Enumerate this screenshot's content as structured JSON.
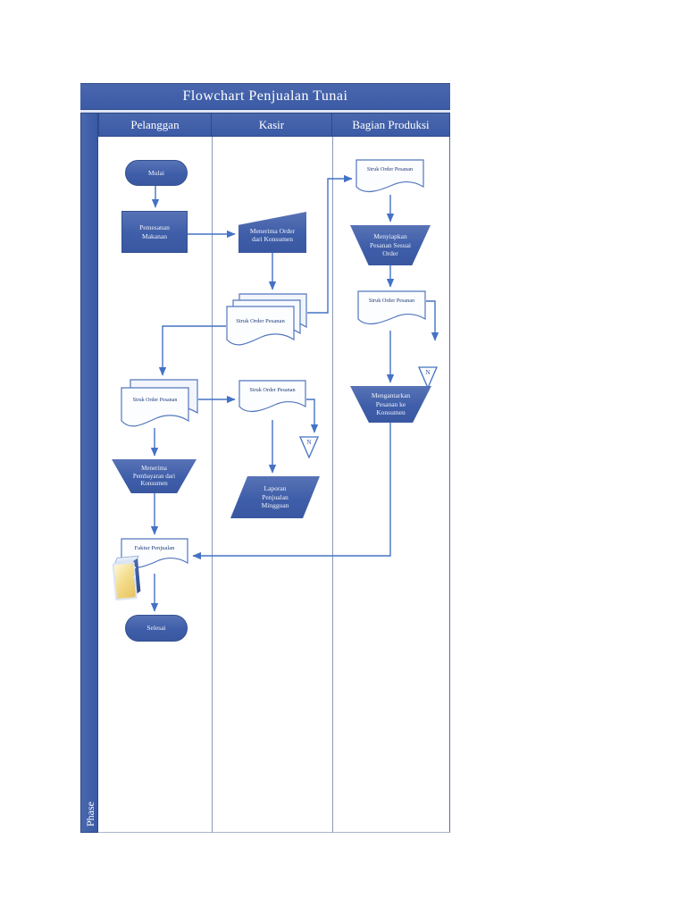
{
  "title": "Flowchart Penjualan Tunai",
  "phase_label": "Phase",
  "lanes": [
    {
      "label": "Pelanggan"
    },
    {
      "label": "Kasir"
    },
    {
      "label": "Bagian Produksi"
    }
  ],
  "nodes": {
    "mulai": {
      "type": "terminator",
      "lane": "Pelanggan",
      "label": "Mulai"
    },
    "pemesanan_makanan": {
      "type": "process",
      "lane": "Pelanggan",
      "label": "Pemesanan Makanan"
    },
    "struk_order_pelanggan": {
      "type": "multi-document",
      "lane": "Pelanggan",
      "label": "Struk Order Pesanan"
    },
    "menerima_pembayaran": {
      "type": "manual-operation",
      "lane": "Pelanggan",
      "label": "Menerima Pembayaran dari Konsumen"
    },
    "faktur_penjualan": {
      "type": "document",
      "lane": "Pelanggan",
      "label": "Faktur Penjualan"
    },
    "selesai": {
      "type": "terminator",
      "lane": "Pelanggan",
      "label": "Selesai"
    },
    "menerima_order": {
      "type": "manual-input",
      "lane": "Kasir",
      "label": "Menerima Order dari Konsumen"
    },
    "struk_order_kasir_multi": {
      "type": "multi-document",
      "lane": "Kasir",
      "label": "Struk Order Pesanan"
    },
    "struk_order_kasir": {
      "type": "document",
      "lane": "Kasir",
      "label": "Struk Order Pesanan"
    },
    "offpage_kasir": {
      "type": "offpage-connector",
      "lane": "Kasir",
      "label": "N"
    },
    "laporan_penjualan": {
      "type": "data",
      "lane": "Kasir",
      "label": "Laporan Penjualan Mingguan"
    },
    "struk_order_produksi_1": {
      "type": "document",
      "lane": "Bagian Produksi",
      "label": "Struk Order Pesanan"
    },
    "menyiapkan_pesanan": {
      "type": "manual-operation",
      "lane": "Bagian Produksi",
      "label": "Menyiapkan Pesanan Sesuai Order"
    },
    "struk_order_produksi_2": {
      "type": "document",
      "lane": "Bagian Produksi",
      "label": "Struk Order Pesanan"
    },
    "offpage_produksi": {
      "type": "offpage-connector",
      "lane": "Bagian Produksi",
      "label": "N"
    },
    "mengantarkan_pesanan": {
      "type": "manual-operation",
      "lane": "Bagian Produksi",
      "label": "Mengantarkan Pesanan ke Konsumen"
    }
  },
  "colors": {
    "band_blue": "#3d5ca8",
    "shape_blue": "#3f5ea9",
    "shape_text": "#eef2fa",
    "document_fill": "#fcfdff",
    "document_border": "#5277bd",
    "document_text": "#23407c",
    "connector": "#4472c4",
    "lane_divider": "#8a99b5",
    "page_background": "#ffffff"
  }
}
